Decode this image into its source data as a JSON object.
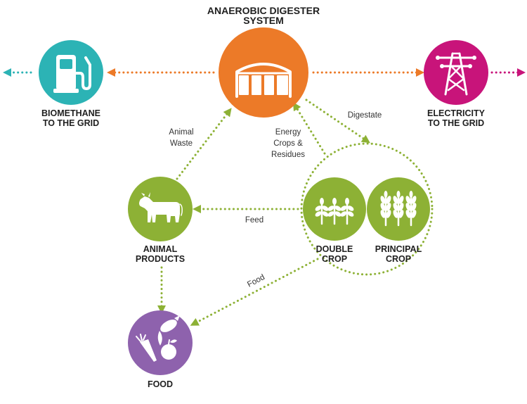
{
  "title": {
    "line1": "ANAEROBIC DIGESTER",
    "line2": "SYSTEM"
  },
  "colors": {
    "orange": "#ec7a28",
    "teal": "#2cb3b5",
    "magenta": "#c8147a",
    "green": "#8db135",
    "purple": "#8e62ad"
  },
  "nodes": {
    "digester": {
      "icon": "digester-icon"
    },
    "biomethane": {
      "line1": "BIOMETHANE",
      "line2": "TO THE GRID",
      "icon": "fuel-pump-icon"
    },
    "electricity": {
      "line1": "ELECTRICITY",
      "line2": "TO THE GRID",
      "icon": "power-tower-icon"
    },
    "animal": {
      "line1": "ANIMAL",
      "line2": "PRODUCTS",
      "icon": "cow-icon"
    },
    "double_crop": {
      "line1": "DOUBLE",
      "line2": "CROP",
      "icon": "sprouts-icon"
    },
    "principal_crop": {
      "line1": "PRINCIPAL",
      "line2": "CROP",
      "icon": "wheat-icon"
    },
    "food": {
      "line1": "FOOD",
      "icon": "produce-icon"
    }
  },
  "edges": {
    "animal_waste": {
      "line1": "Animal",
      "line2": "Waste"
    },
    "energy_crops": {
      "line1": "Energy",
      "line2": "Crops &",
      "line3": "Residues"
    },
    "digestate": {
      "label": "Digestate"
    },
    "feed": {
      "label": "Feed"
    },
    "food": {
      "label": "Food"
    }
  }
}
